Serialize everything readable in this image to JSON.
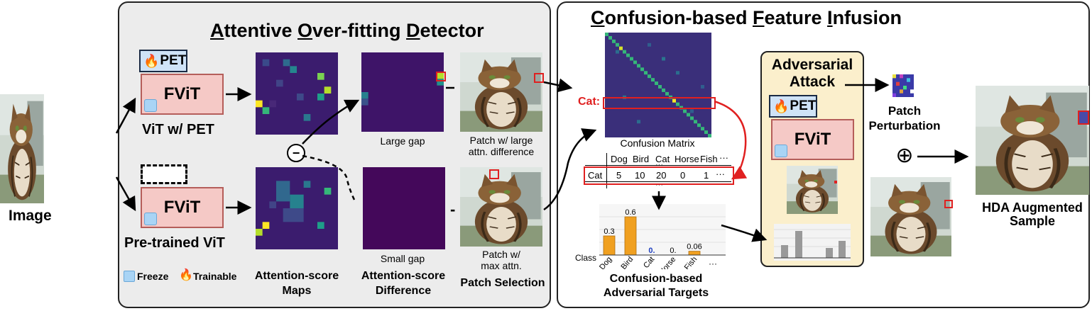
{
  "input": {
    "label": "Image"
  },
  "aod": {
    "title_parts": [
      {
        "cap": "A",
        "rest": "ttentive "
      },
      {
        "cap": "O",
        "rest": "ver-fitting "
      },
      {
        "cap": "D",
        "rest": "etector"
      }
    ],
    "pet_tag": "PET",
    "fvit_label": "FViT",
    "vit_pet_label": "ViT w/ PET",
    "pretrained_label": "Pre-trained ViT",
    "legend_freeze": "Freeze",
    "legend_trainable": "Trainable",
    "maps_label_1": "Attention-score",
    "maps_label_2": "Maps",
    "diff_label_1": "Attention-score",
    "diff_label_2": "Difference",
    "large_gap": "Large gap",
    "small_gap": "Small gap",
    "patch_large_1": "Patch w/ large",
    "patch_large_2": "attn. difference",
    "patch_max_1": "Patch w/",
    "patch_max_2": "max attn.",
    "patch_selection": "Patch Selection",
    "minus_sign": "-"
  },
  "cfi": {
    "title_parts": [
      {
        "cap": "C",
        "rest": "onfusion-based "
      },
      {
        "cap": "F",
        "rest": "eature "
      },
      {
        "cap": "I",
        "rest": "nfusion"
      }
    ],
    "cat_label": "Cat:",
    "confusion_matrix_label": "Confusion Matrix",
    "table": {
      "header": [
        "Dog",
        "Bird",
        "Cat",
        "Horse",
        "Fish",
        "···"
      ],
      "row_label": "Cat",
      "row_values": [
        "5",
        "10",
        "20",
        "0",
        "1",
        "···"
      ],
      "ellipsis": "···"
    },
    "targets_chart": {
      "class_label": "Class",
      "categories": [
        "Dog",
        "Bird",
        "Cat",
        "Horse",
        "Fish"
      ],
      "values": [
        0.3,
        0.6,
        0.0,
        0.0,
        0.06
      ],
      "value_labels": [
        "0.3",
        "0.6",
        "0.",
        "0.",
        "0.06"
      ],
      "trailing": "···",
      "bar_color": "#f0a020",
      "highlight_color": "#1f3fbf"
    },
    "targets_label_1": "Confusion-based",
    "targets_label_2": "Adversarial Targets",
    "adv_title_1": "Adversarial",
    "adv_title_2": "Attack",
    "pet_tag": "PET",
    "fvit_label": "FViT",
    "patch_pert_1": "Patch",
    "patch_pert_2": "Perturbation",
    "plus": "⊕",
    "output_label_1": "HDA Augmented",
    "output_label_2": "Sample"
  },
  "colors": {
    "panel_left_bg": "#ececec",
    "adv_box_bg": "#fbefcc",
    "fvit_fill": "#f5c9c6",
    "highlight_red": "#e02020"
  }
}
